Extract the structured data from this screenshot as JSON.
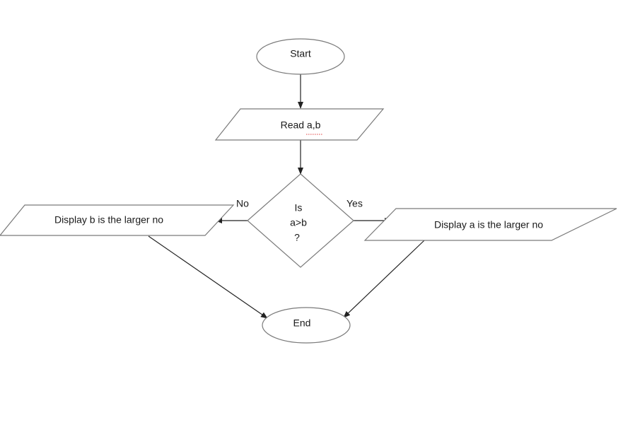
{
  "diagram": {
    "start": "Start",
    "input": "Read a,b",
    "decision": {
      "line1": "Is",
      "line2": "a>b",
      "line3": "?"
    },
    "edge_no": "No",
    "edge_yes": "Yes",
    "output_b": "Display b is the larger no",
    "output_a": "Display a is the larger no",
    "end": "End"
  }
}
